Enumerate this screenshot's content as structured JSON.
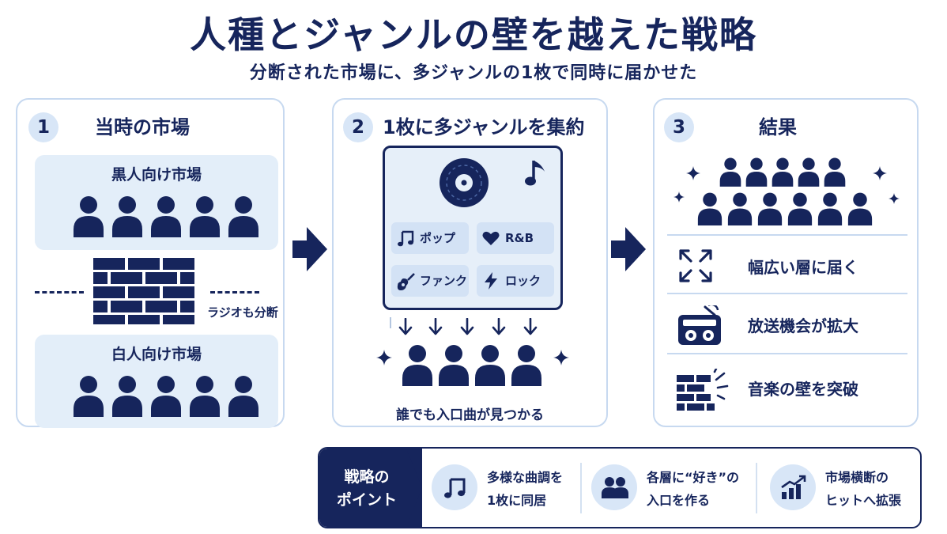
{
  "header": {
    "title": "人種とジャンルの壁を越えた戦略",
    "subtitle": "分断された市場に、多ジャンルの1枚で同時に届かせた"
  },
  "panel1": {
    "number": "1",
    "title": "当時の市場",
    "black_market": "黒人向け市場",
    "white_market": "白人向け市場",
    "radio_note": "ラジオも分断",
    "icons": [
      "person-icon",
      "brick-wall-icon"
    ]
  },
  "panel2": {
    "number": "2",
    "title": "1枚に多ジャンルを集約",
    "genres": [
      {
        "label": "ポップ",
        "icon": "music-note-icon"
      },
      {
        "label": "R&B",
        "icon": "heart-icon"
      },
      {
        "label": "ファンク",
        "icon": "guitar-icon"
      },
      {
        "label": "ロック",
        "icon": "lightning-icon"
      }
    ],
    "caption": "誰でも入口曲が見つかる",
    "icons": [
      "vinyl-record-icon",
      "music-note-icon",
      "down-arrow-icon",
      "sparkle-icon"
    ]
  },
  "panel3": {
    "number": "3",
    "title": "結果",
    "results": [
      {
        "label": "幅広い層に届く",
        "icon": "expand-arrows-icon"
      },
      {
        "label": "放送機会が拡大",
        "icon": "radio-icon"
      },
      {
        "label": "音楽の壁を突破",
        "icon": "breaking-wall-icon"
      }
    ]
  },
  "bottom": {
    "heading_line1": "戦略の",
    "heading_line2": "ポイント",
    "points": [
      {
        "line1": "多様な曲調を",
        "line2": "1枚に同居",
        "icon": "music-note-icon"
      },
      {
        "line1": "各層に“好き”の",
        "line2": "入口を作る",
        "icon": "people-icon"
      },
      {
        "line1": "市場横断の",
        "line2": "ヒットへ拡張",
        "icon": "bar-chart-up-icon"
      }
    ]
  },
  "colors": {
    "navy": "#16255c",
    "light_blue": "#e3eef9",
    "border_blue": "#c7d9f0",
    "circle_blue": "#d8e6f7"
  }
}
